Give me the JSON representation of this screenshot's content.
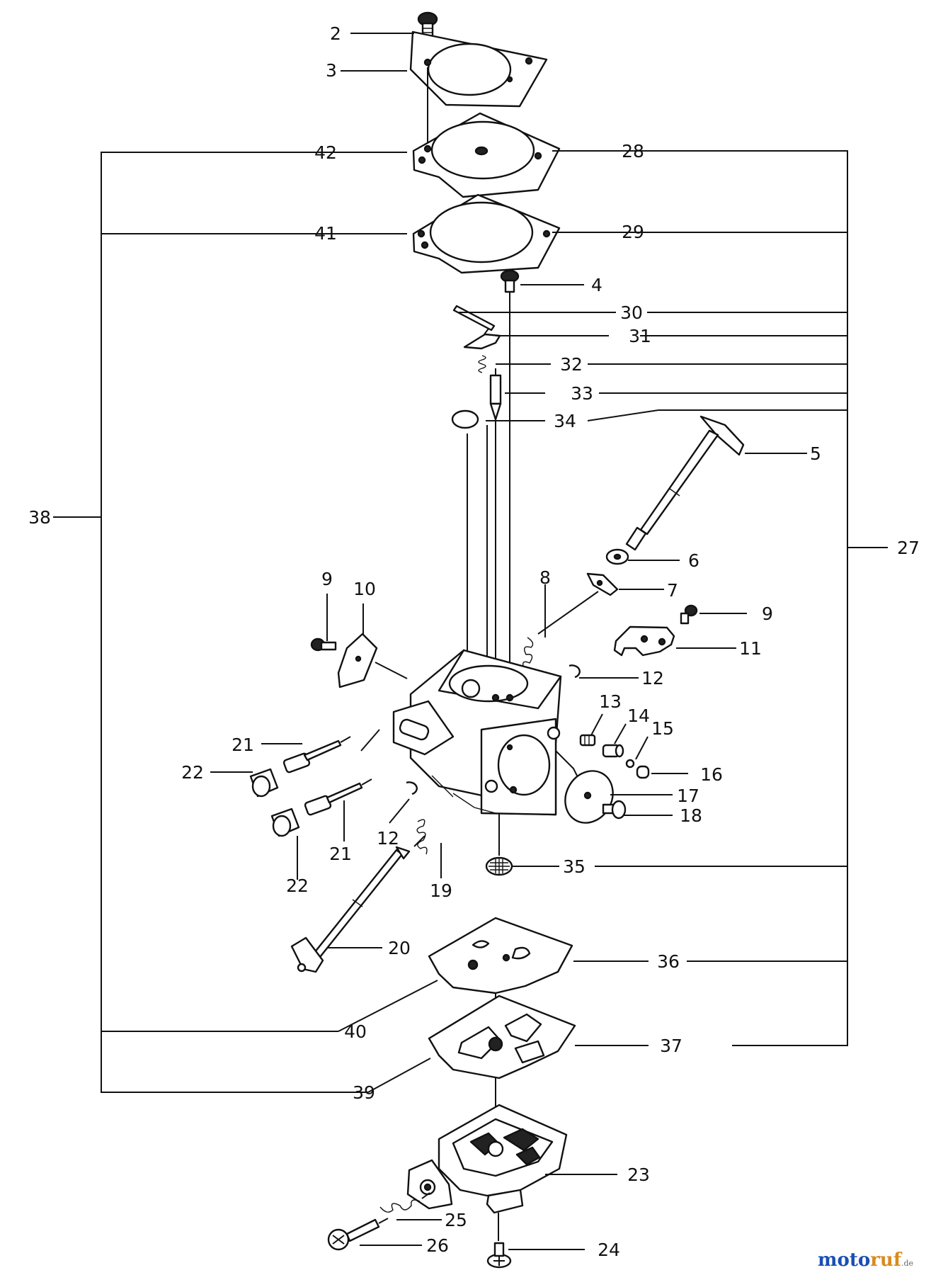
{
  "labels": {
    "p2": "2",
    "p3": "3",
    "p42": "42",
    "p28": "28",
    "p41": "41",
    "p29": "29",
    "p4": "4",
    "p30": "30",
    "p31": "31",
    "p32": "32",
    "p33": "33",
    "p34": "34",
    "p5": "5",
    "p38": "38",
    "p27": "27",
    "p6": "6",
    "p7": "7",
    "p8": "8",
    "p9a": "9",
    "p10": "10",
    "p9b": "9",
    "p11": "11",
    "p12a": "12",
    "p13": "13",
    "p14": "14",
    "p15": "15",
    "p16": "16",
    "p17": "17",
    "p18": "18",
    "p21a": "21",
    "p22a": "22",
    "p21b": "21",
    "p22b": "22",
    "p12b": "12",
    "p19": "19",
    "p35": "35",
    "p20": "20",
    "p36": "36",
    "p40": "40",
    "p37": "37",
    "p39": "39",
    "p23": "23",
    "p25": "25",
    "p26": "26",
    "p24": "24"
  },
  "watermark": {
    "part1": "moto",
    "part2": "ruf",
    "suffix": ".de"
  }
}
